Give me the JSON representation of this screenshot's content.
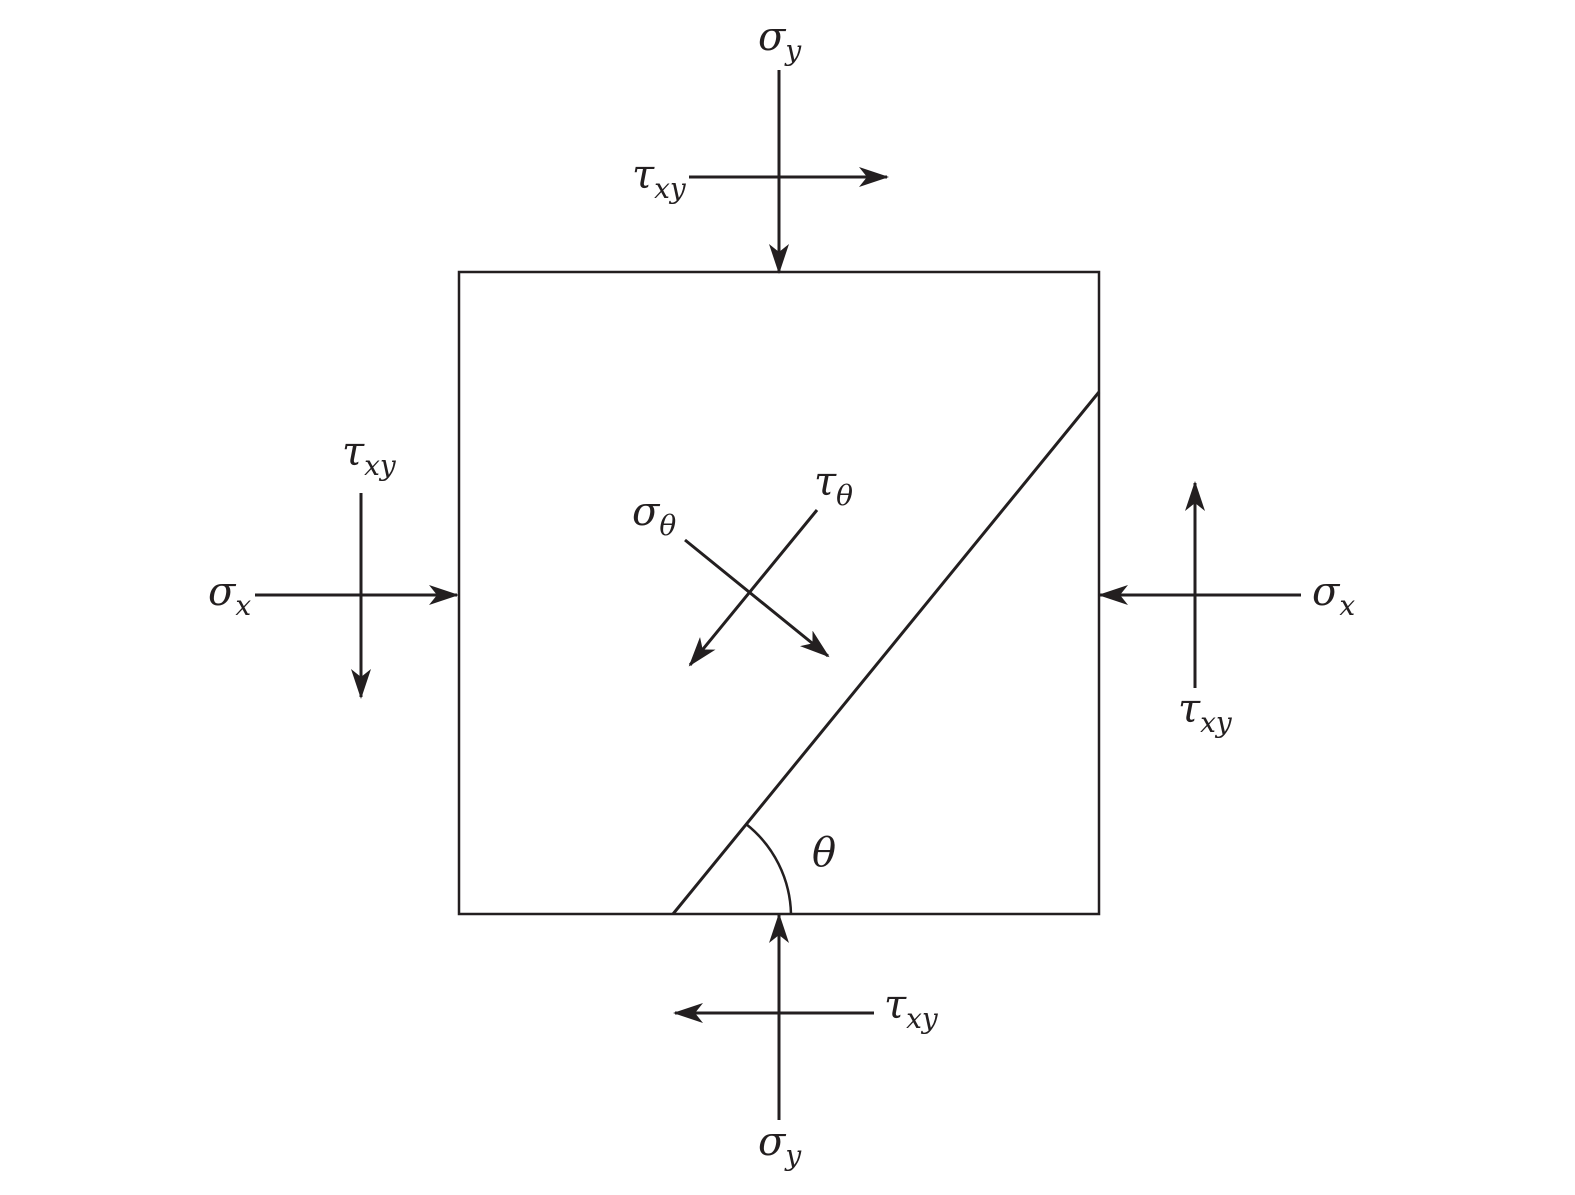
{
  "labels": {
    "sigma_y_top": {
      "symbol": "σ",
      "sub": "y"
    },
    "tau_xy_top": {
      "symbol": "τ",
      "sub": "xy"
    },
    "tau_xy_left": {
      "symbol": "τ",
      "sub": "xy"
    },
    "sigma_x_left": {
      "symbol": "σ",
      "sub": "x"
    },
    "sigma_theta": {
      "symbol": "σ",
      "sub": "θ"
    },
    "tau_theta": {
      "symbol": "τ",
      "sub": "θ"
    },
    "sigma_x_right": {
      "symbol": "σ",
      "sub": "x"
    },
    "tau_xy_right": {
      "symbol": "τ",
      "sub": "xy"
    },
    "theta": {
      "symbol": "θ"
    },
    "tau_xy_bottom": {
      "symbol": "τ",
      "sub": "xy"
    },
    "sigma_y_bottom": {
      "symbol": "σ",
      "sub": "y"
    }
  },
  "colors": {
    "stroke": "#231f20",
    "background": "#ffffff"
  }
}
